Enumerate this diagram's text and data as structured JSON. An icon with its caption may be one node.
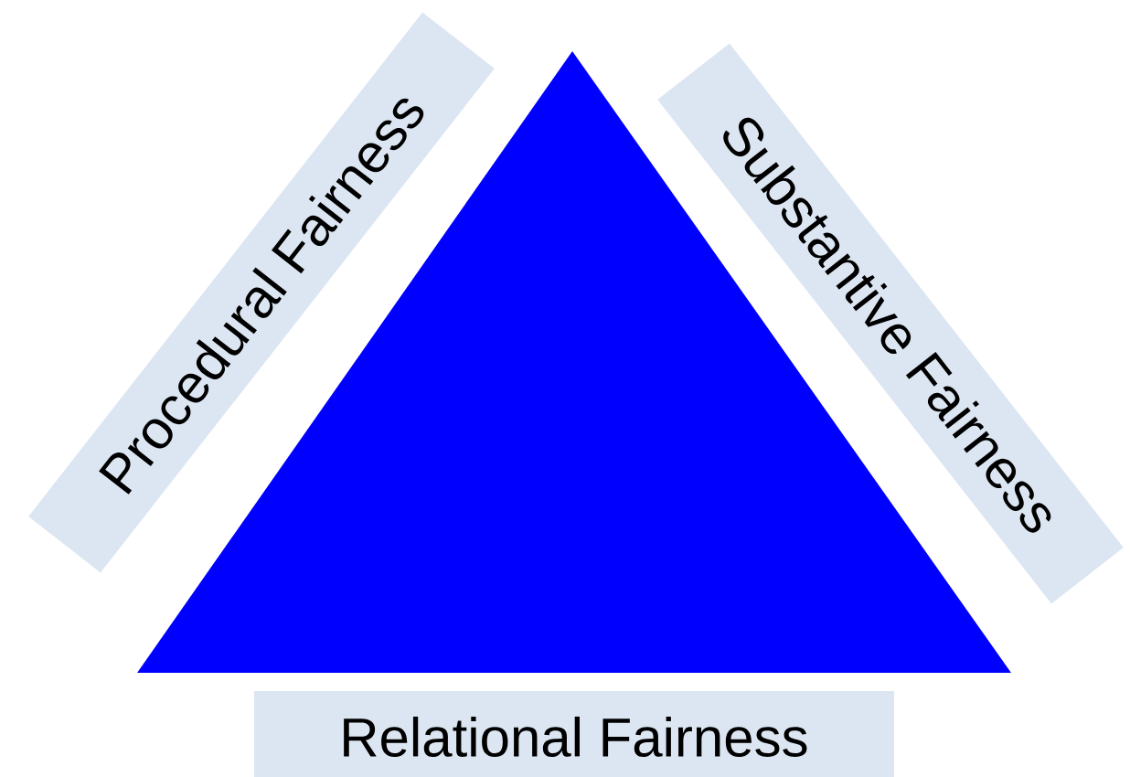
{
  "diagram": {
    "nodes": [
      {
        "text": [],
        "shape": "triangle"
      },
      {
        "text": [
          "Procedural Fairness"
        ]
      },
      {
        "text": [
          "Substantive Fairness"
        ]
      },
      {
        "text": [
          "Relational Fairness"
        ]
      }
    ]
  }
}
